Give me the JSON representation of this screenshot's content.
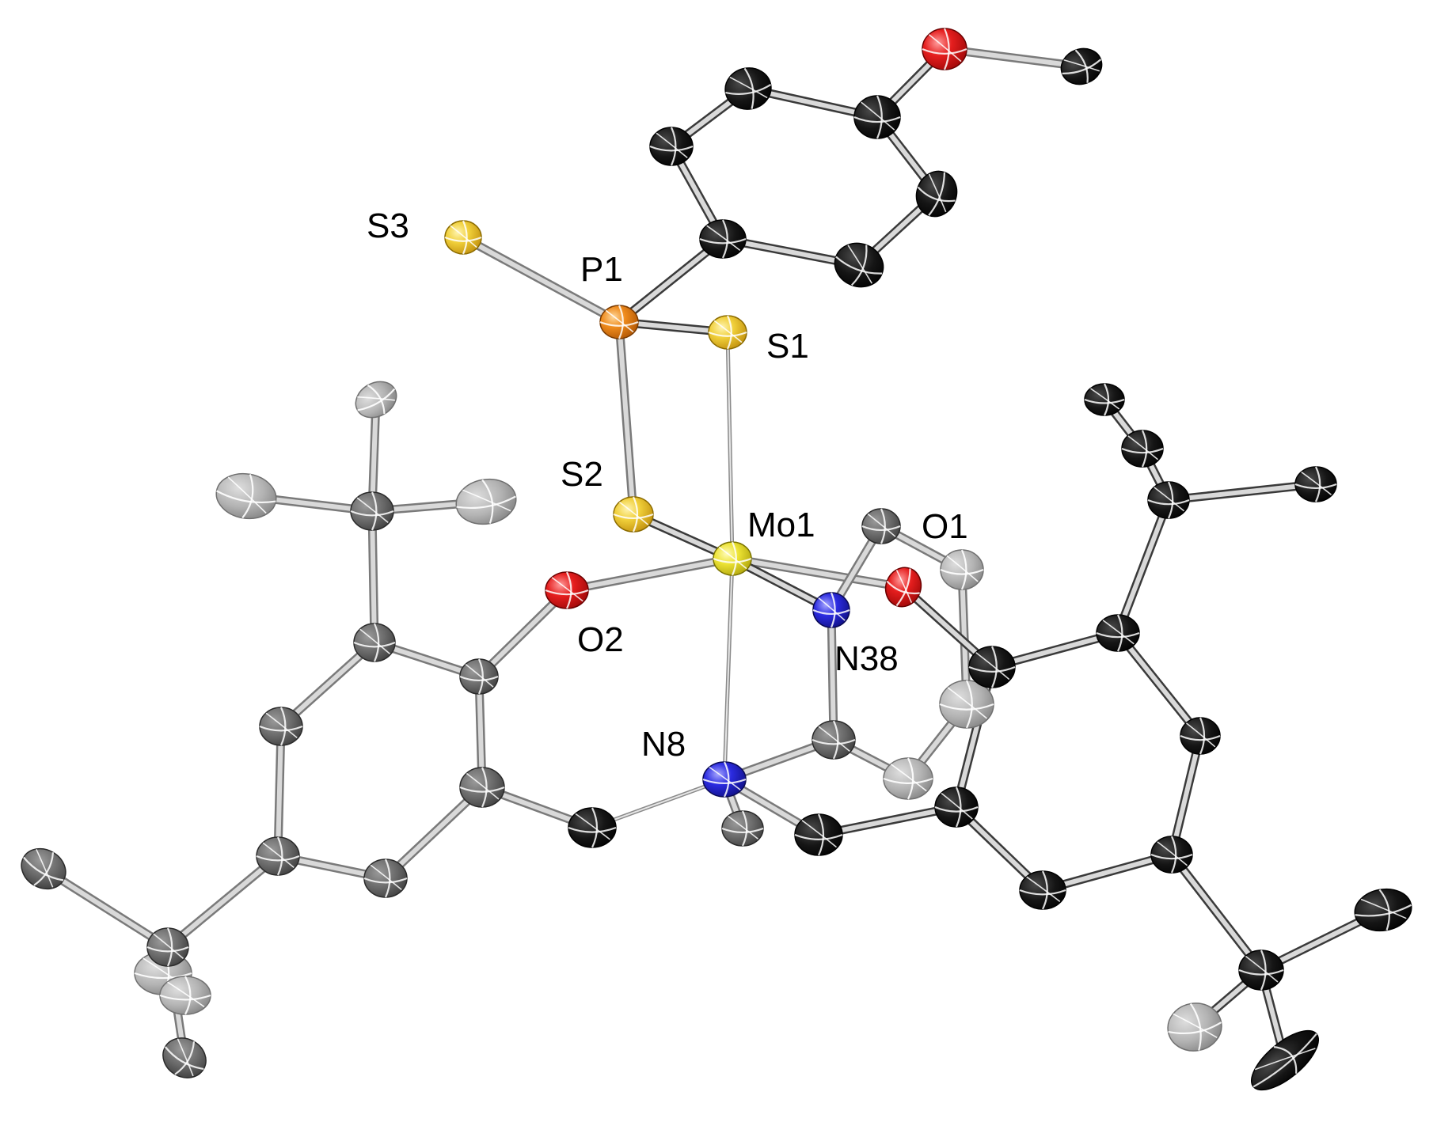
{
  "figure": {
    "type": "ORTEP crystal structure diagram",
    "labels": {
      "S3": "S3",
      "P1": "P1",
      "S1": "S1",
      "S2": "S2",
      "Mo1": "Mo1",
      "O1": "O1",
      "O2": "O2",
      "N38": "N38",
      "N8": "N8"
    },
    "colors": {
      "sulfur": "#e8c21f",
      "molybdenum": "#e6dc2a",
      "phosphorus": "#e8851a",
      "oxygen": "#e21d1d",
      "nitrogen": "#2525d8",
      "carbon_front": "#161616",
      "carbon_back": "#6f6f6f",
      "carbon_far": "#b6b6b6",
      "bond_light": "#d4d4d4",
      "bond_outline": "#555555"
    }
  }
}
